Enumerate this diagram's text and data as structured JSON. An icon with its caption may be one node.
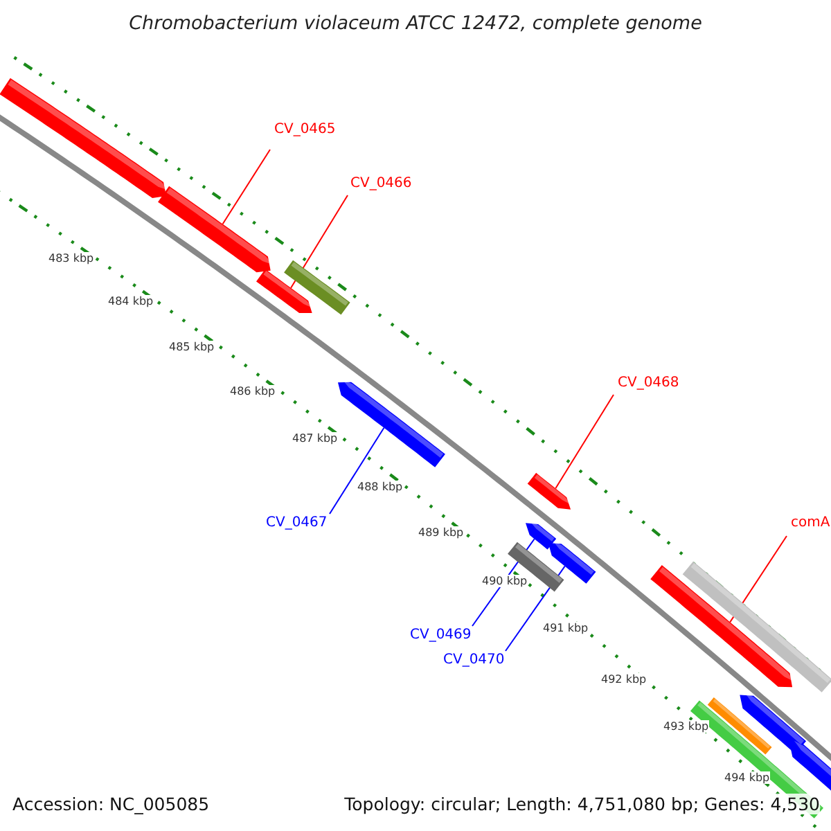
{
  "diagram": {
    "title": "Chromobacterium violaceum ATCC 12472, complete genome",
    "nodes": [
      {
        "text": [],
        "shape": "arrow"
      },
      {
        "text": [
          "CV_0465"
        ]
      },
      {
        "text": [
          "CV_0466"
        ]
      },
      {
        "text": [],
        "shape": "arrow"
      },
      {
        "text": [],
        "shape": "arrow"
      },
      {
        "text": [],
        "shape": "bar"
      },
      {
        "text": [],
        "shape": "arrow"
      },
      {
        "text": [
          "CV_0468"
        ]
      },
      {
        "text": [],
        "shape": "arrow"
      },
      {
        "text": [
          "CV_0467"
        ]
      },
      {
        "text": [
          "comA"
        ]
      },
      {
        "text": [],
        "shape": "arrow"
      },
      {
        "text": [],
        "shape": "arrow"
      },
      {
        "text": [],
        "shape": "bar"
      },
      {
        "text": [],
        "shape": "bar"
      },
      {
        "text": [],
        "shape": "arrow"
      },
      {
        "text": [
          "CV_0469"
        ]
      },
      {
        "text": [
          "CV_0470"
        ]
      },
      {
        "text": [],
        "shape": "arrow"
      },
      {
        "text": [],
        "shape": "bar"
      },
      {
        "text": [],
        "shape": "bar"
      },
      {
        "text": [],
        "shape": "arrow"
      }
    ],
    "edges": [
      {
        "from": 1,
        "to": 3,
        "arrow": "none"
      },
      {
        "from": 2,
        "to": 4,
        "arrow": "none"
      },
      {
        "from": 7,
        "to": 8,
        "arrow": "none"
      },
      {
        "from": 9,
        "to": 6,
        "arrow": "none",
        "color": "#0000ff"
      },
      {
        "from": 10,
        "to": 15,
        "arrow": "none"
      },
      {
        "from": 16,
        "to": 11,
        "arrow": "none",
        "color": "#0000ff"
      },
      {
        "from": 17,
        "to": 12,
        "arrow": "none",
        "color": "#0000ff"
      }
    ],
    "labels": [
      "483 kbp",
      "484 kbp",
      "485 kbp",
      "486 kbp",
      "487 kbp",
      "488 kbp",
      "489 kbp",
      "490 kbp",
      "491 kbp",
      "492 kbp",
      "493 kbp",
      "494 kbp",
      "Accession: NC_005085",
      "Topology: circular; Length: 4,751,080 bp; Genes: 4,530"
    ]
  }
}
